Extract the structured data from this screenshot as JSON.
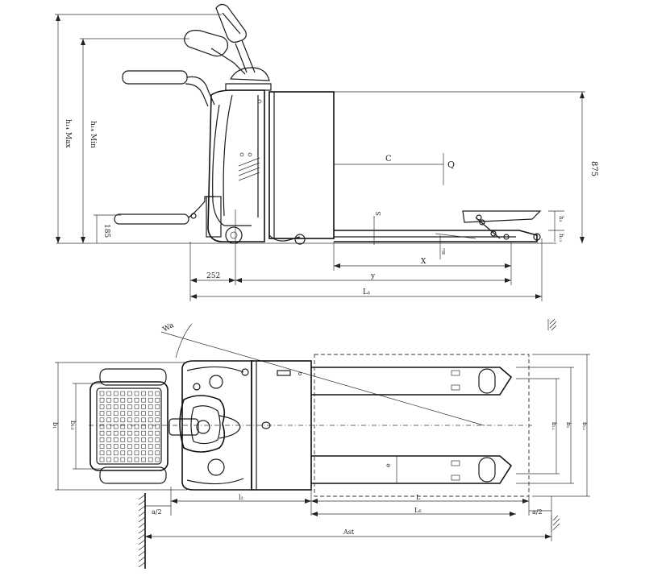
{
  "side_view": {
    "labels": {
      "h14_max": "h₁₄ Max",
      "h14_min": "h₁₄ Min",
      "dim_185": "185",
      "dim_875": "875",
      "C": "C",
      "Q": "Q",
      "s": "S",
      "h3": "h₃",
      "h13": "h₁₃",
      "X": "X",
      "m2": "m₂",
      "dim_252": "252",
      "y": "y",
      "L1": "L₁"
    }
  },
  "top_view": {
    "labels": {
      "Wa": "Wa",
      "b1": "b₁",
      "b10": "b₁₀",
      "b11": "b₁₁",
      "b5": "b₅",
      "b12": "b₁₂",
      "e": "e",
      "a_half_left": "a/2",
      "l2": "l₂",
      "L": "L",
      "L6": "L₆",
      "a_half_right": "a/2",
      "Ast": "Ast"
    }
  }
}
